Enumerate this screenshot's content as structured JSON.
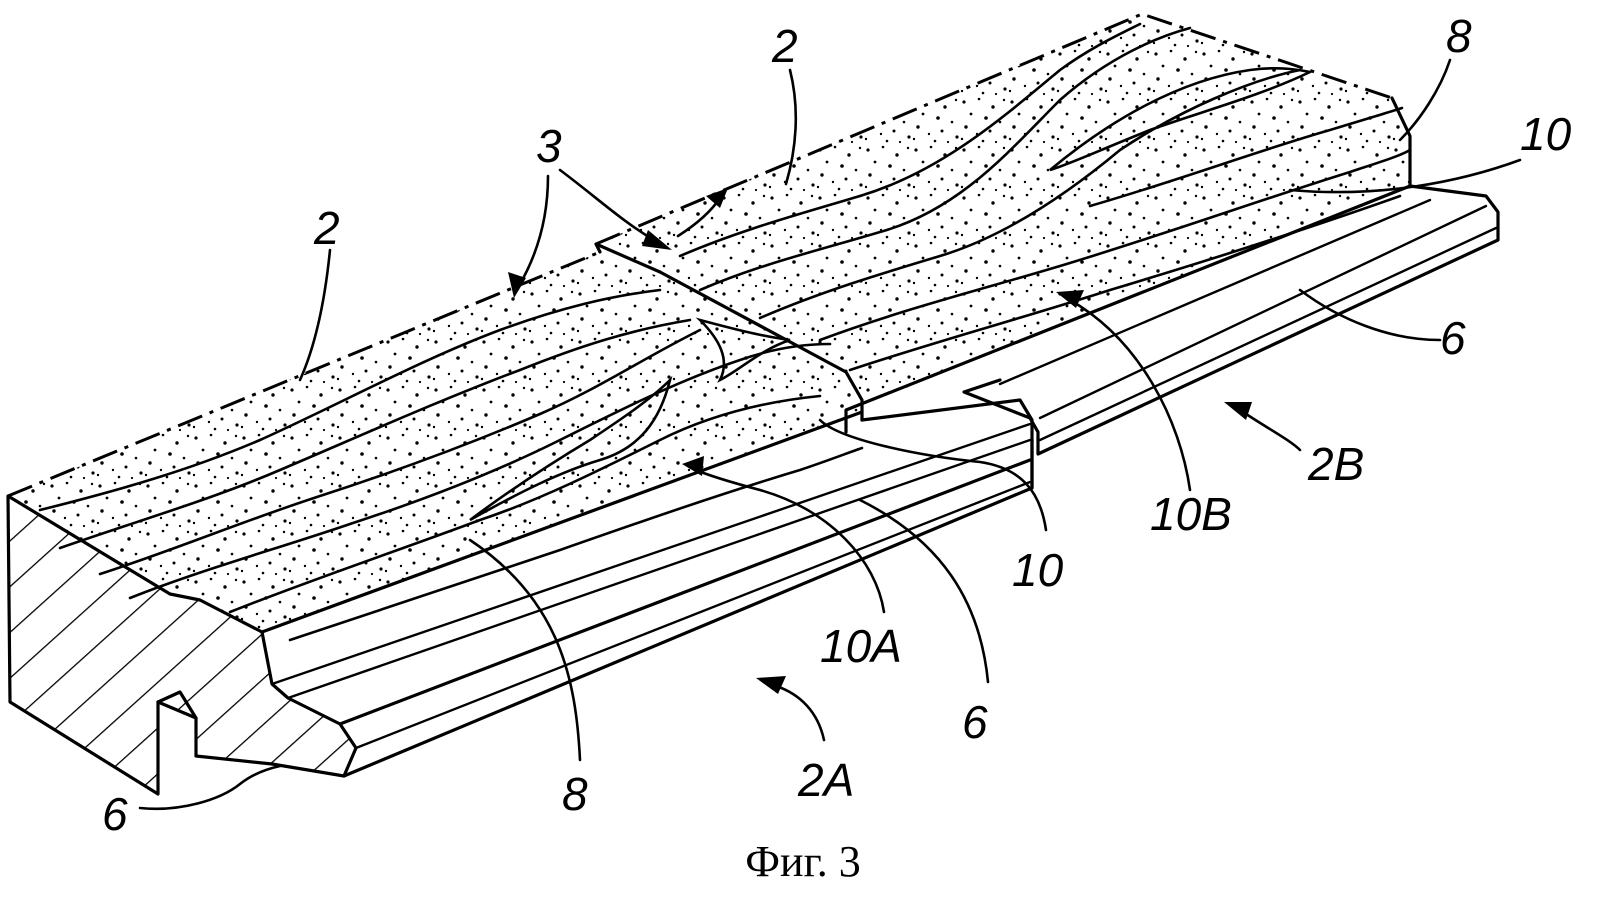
{
  "caption": "Фиг. 3",
  "labels": {
    "ref_2_left": "2",
    "ref_2_top": "2",
    "ref_3": "3",
    "ref_8_right": "8",
    "ref_10_right": "10",
    "ref_6_right": "6",
    "ref_2B": "2B",
    "ref_10B": "10B",
    "ref_10_center": "10",
    "ref_10A": "10A",
    "ref_6_center": "6",
    "ref_2A": "2A",
    "ref_8_bottom": "8",
    "ref_6_left": "6"
  }
}
